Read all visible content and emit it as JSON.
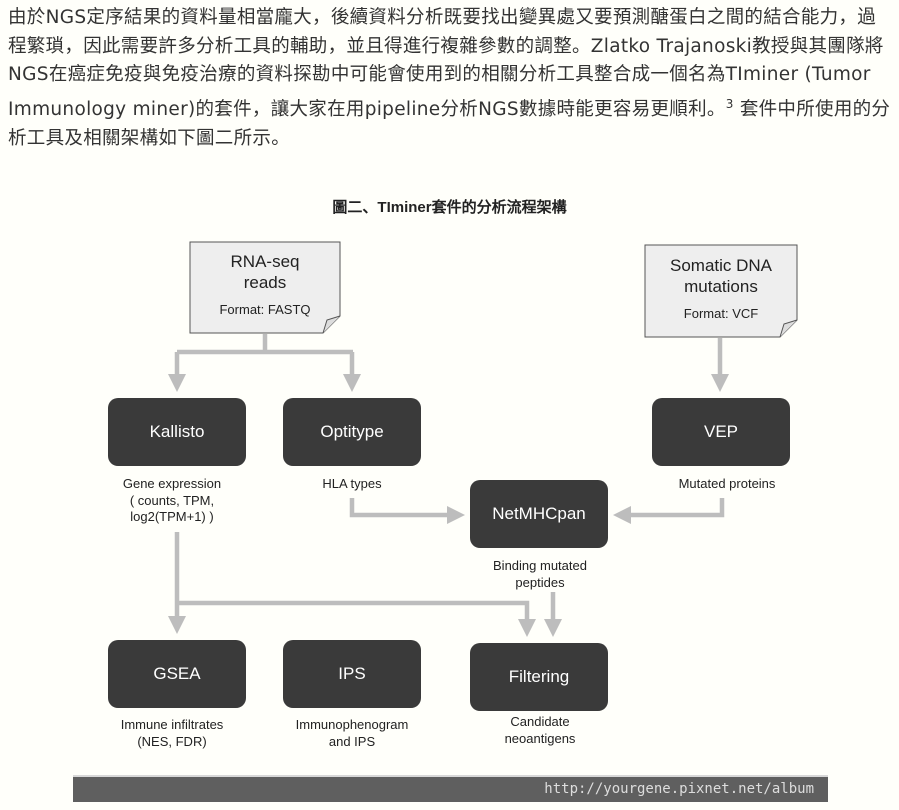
{
  "paragraph": {
    "text_before": "由於NGS定序結果的資料量相當龐大，後續資料分析既要找出變異處又要預測醣蛋白之間的結合能力，過程繁瑣，因此需要許多分析工具的輔助，並且得進行複雜參數的調整。Zlatko Trajanoski教授與其團隊將NGS在癌症免疫與免疫治療的資料探勘中可能會使用到的相關分析工具整合成一個名為TIminer (Tumor Immunology miner)的套件，讓大家在用pipeline分析NGS數據時能更容易更順利。",
    "ref": "3",
    "text_after": " 套件中所使用的分析工具及相關架構如下圖二所示。"
  },
  "figure": {
    "title": "圖二、TIminer套件的分析流程架構",
    "inputs": [
      {
        "line1": "RNA-seq",
        "line2": "reads",
        "format": "Format: FASTQ"
      },
      {
        "line1": "Somatic DNA",
        "line2": "mutations",
        "format": "Format: VCF"
      }
    ],
    "tools": {
      "kallisto": "Kallisto",
      "optitype": "Optitype",
      "vep": "VEP",
      "netmhcpan": "NetMHCpan",
      "gsea": "GSEA",
      "ips": "IPS",
      "filtering": "Filtering"
    },
    "outputs": {
      "kallisto": [
        "Gene expression",
        "( counts, TPM,",
        "log2(TPM+1) )"
      ],
      "optitype": [
        "HLA types"
      ],
      "vep": [
        "Mutated proteins"
      ],
      "netmhcpan": [
        "Binding mutated",
        "peptides"
      ],
      "gsea": [
        "Immune infiltrates",
        "(NES, FDR)"
      ],
      "ips": [
        "Immunophenogram",
        "and IPS"
      ],
      "filtering": [
        "Candidate",
        "neoantigens"
      ]
    },
    "colors": {
      "box": "#3a3a3a",
      "arrow": "#bdbdbd"
    }
  },
  "watermark": "http://yourgene.pixnet.net/album"
}
